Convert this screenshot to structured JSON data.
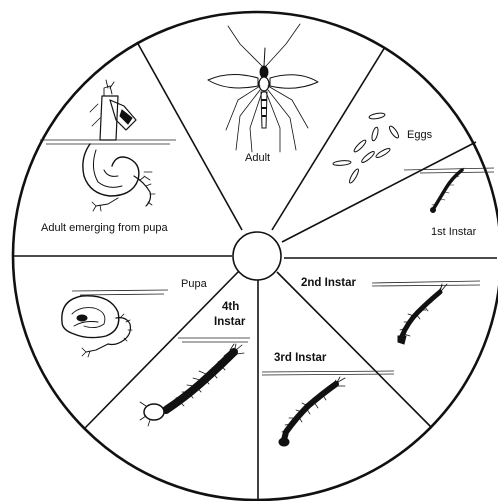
{
  "diagram": {
    "stages": [
      {
        "id": "adult",
        "label": "Adult"
      },
      {
        "id": "eggs",
        "label": "Eggs"
      },
      {
        "id": "instar1",
        "label": "1st Instar"
      },
      {
        "id": "instar2",
        "label": "2nd Instar"
      },
      {
        "id": "instar3",
        "label": "3rd Instar"
      },
      {
        "id": "instar4_line1",
        "label": "4th"
      },
      {
        "id": "instar4_line2",
        "label": "Instar"
      },
      {
        "id": "pupa",
        "label": "Pupa"
      },
      {
        "id": "emerging",
        "label": "Adult emerging from pupa"
      }
    ]
  }
}
